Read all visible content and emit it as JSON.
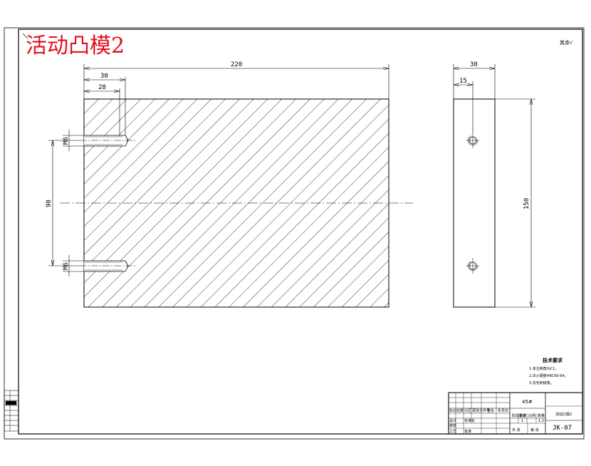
{
  "drawing": {
    "title": "活动凸模2",
    "roughness_note": "其余",
    "roughness_symbol_value": "√",
    "front_view": {
      "dim_overall_length": "220",
      "dim_hole_depth": "30",
      "dim_thread_depth": "28",
      "dim_hole_spacing": "90",
      "thread_top": "M6",
      "thread_bottom": "M6"
    },
    "side_view": {
      "dim_thickness": "30",
      "dim_hole_offset": "15",
      "dim_height": "150"
    },
    "tech_requirements": {
      "heading": "技术要求",
      "items": [
        "1.未注倒角为C1。",
        "2.淬火硬度HRC60-64。",
        "3.去毛刺锐角。"
      ]
    },
    "title_block": {
      "material": "45#",
      "part_name": "活动凸模2",
      "drawing_no": "JK-07",
      "quantity": "1",
      "scale": "1:2",
      "weight_label": "重量",
      "scale_label": "比例",
      "qty_label": "数量",
      "sheet_label": "共 张",
      "sheet_of": "第 张",
      "designer_label": "设计",
      "check_label": "审核",
      "process_label": "工艺",
      "approve_label": "批准",
      "std_label": "标准化",
      "mark_label": "标记",
      "zone_label": "分区",
      "count_label": "处数",
      "change_label": "更改文件号",
      "sign_label": "签名",
      "date_label": "年月日",
      "stage_label": "阶段标记"
    }
  }
}
